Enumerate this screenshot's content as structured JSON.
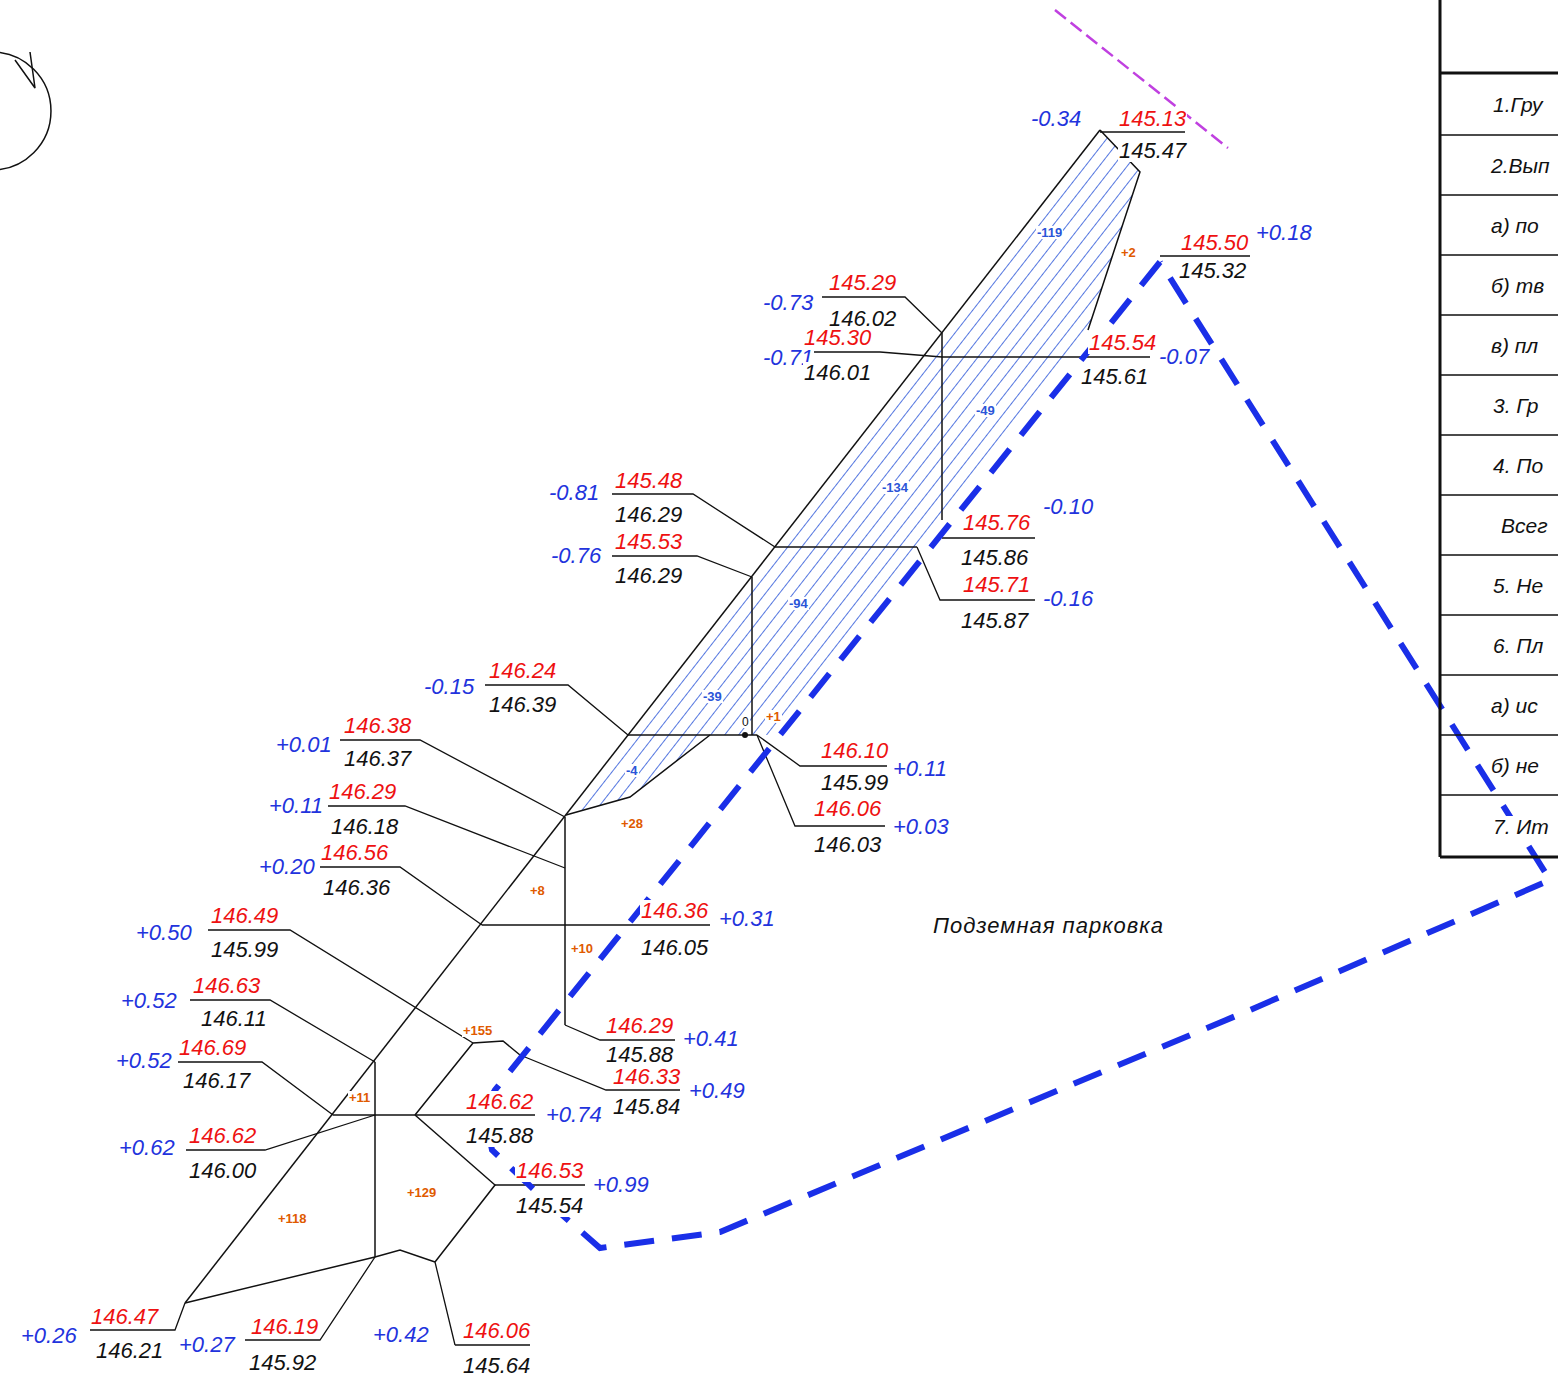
{
  "diagram": {
    "labels": [
      "-0.34",
      "145.13",
      "145.47",
      "145.50",
      "+0.18",
      "145.32",
      "-0.73",
      "145.29",
      "146.02",
      "-0.71",
      "145.30",
      "146.01",
      "145.54",
      "-0.07",
      "145.61",
      "-0.81",
      "145.48",
      "146.29",
      "-0.76",
      "145.53",
      "146.29",
      "145.76",
      "-0.10",
      "145.86",
      "145.71",
      "-0.16",
      "145.87",
      "-0.15",
      "146.24",
      "146.39",
      "+0.01",
      "146.38",
      "146.37",
      "146.10",
      "+0.11",
      "145.99",
      "146.06",
      "+0.03",
      "146.03",
      "+0.11",
      "146.29",
      "146.18",
      "+0.20",
      "146.56",
      "146.36",
      "146.36",
      "+0.31",
      "146.05",
      "+0.50",
      "146.49",
      "145.99",
      "146.29",
      "+0.41",
      "145.88",
      "+0.52",
      "146.63",
      "146.11",
      "+0.52",
      "146.69",
      "146.17",
      "146.33",
      "+0.49",
      "145.84",
      "146.62",
      "+0.74",
      "145.88",
      "+0.62",
      "146.62",
      "146.00",
      "146.53",
      "+0.99",
      "145.54",
      "+0.26",
      "146.47",
      "146.21",
      "+0.27",
      "146.19",
      "145.92",
      "+0.42",
      "146.06",
      "145.64",
      "-119",
      "+2",
      "-49",
      "-134",
      "-94",
      "-39",
      "+1",
      "-4",
      "+28",
      "0",
      "+8",
      "+10",
      "+155",
      "+11",
      "+129",
      "+118",
      "Подземная парковка",
      "1.Гру",
      "2.Вып",
      "а) по",
      "б) тв",
      "в) пл",
      "3. Гр",
      "4. По",
      "Всег",
      "5. Не",
      "6. Пл",
      "а) ис",
      "б) не",
      "7. Ит"
    ]
  }
}
